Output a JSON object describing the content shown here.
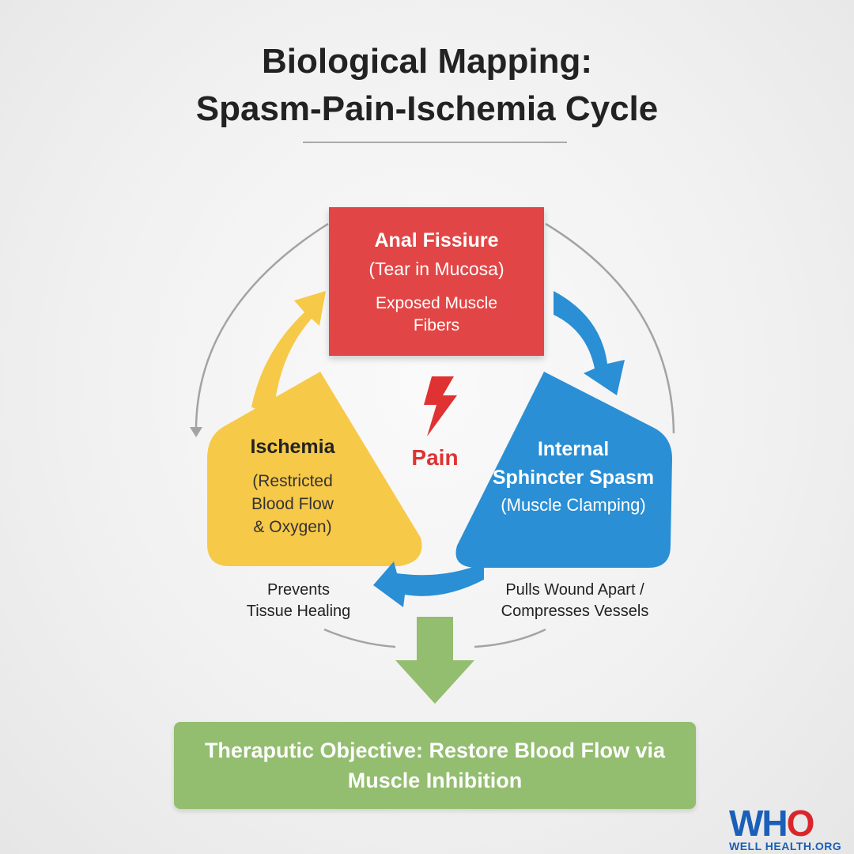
{
  "title": {
    "line1": "Biological Mapping:",
    "line2": "Spasm-Pain-Ischemia Cycle"
  },
  "nodes": {
    "fissure": {
      "heading": "Anal Fissiure",
      "subheading": "(Tear in Mucosa)",
      "detail_line1": "Exposed Muscle",
      "detail_line2": "Fibers",
      "color": "#e24545"
    },
    "spasm": {
      "heading_line1": "Internal",
      "heading_line2": "Sphincter Spasm",
      "subheading": "(Muscle Clamping)",
      "color": "#2a8fd4"
    },
    "ischemia": {
      "heading": "Ischemia",
      "sub_line1": "(Restricted",
      "sub_line2": "Blood Flow",
      "sub_line3": "& Oxygen)",
      "color": "#f7c948"
    }
  },
  "center": {
    "label": "Pain",
    "icon": "lightning-bolt-icon",
    "color": "#e03232"
  },
  "notes": {
    "left_line1": "Prevents",
    "left_line2": "Tissue Healing",
    "right_line1": "Pulls Wound Apart /",
    "right_line2": "Compresses Vessels"
  },
  "objective": {
    "text": "Theraputic Objective: Restore Blood Flow via Muscle Inhibition",
    "color": "#93bd6f"
  },
  "logo": {
    "letter_w": "W",
    "letter_h": "H",
    "letter_o": "O",
    "tagline": "WELL HEALTH.ORG"
  }
}
